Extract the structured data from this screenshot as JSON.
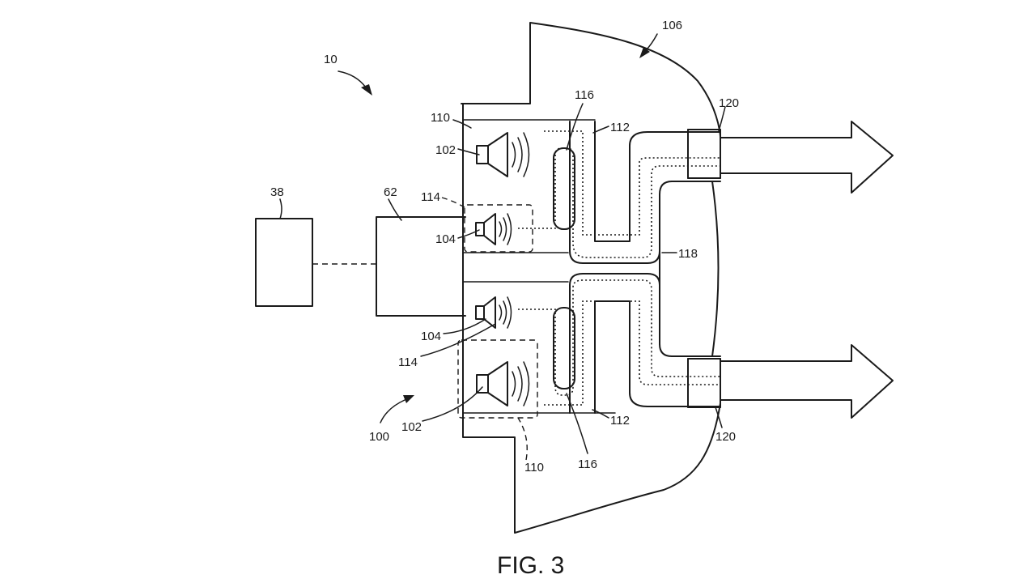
{
  "figure": {
    "caption": "FIG. 3",
    "labels": {
      "system": "10",
      "controller": "38",
      "amplifier": "62",
      "assembly": "100",
      "woofer_top": "102",
      "woofer_bottom": "102",
      "tweeter_top": "104",
      "tweeter_bottom": "104",
      "vehicle_panel": "106",
      "woofer_chamber_top": "110",
      "woofer_chamber_bottom": "110",
      "waveguide_top": "112",
      "waveguide_bottom": "112",
      "tweeter_chamber_top": "114",
      "tweeter_chamber_bottom": "114",
      "inner_guide_top": "116",
      "inner_guide_bottom": "116",
      "center_housing": "118",
      "outlet_top": "120",
      "outlet_bottom": "120"
    }
  }
}
